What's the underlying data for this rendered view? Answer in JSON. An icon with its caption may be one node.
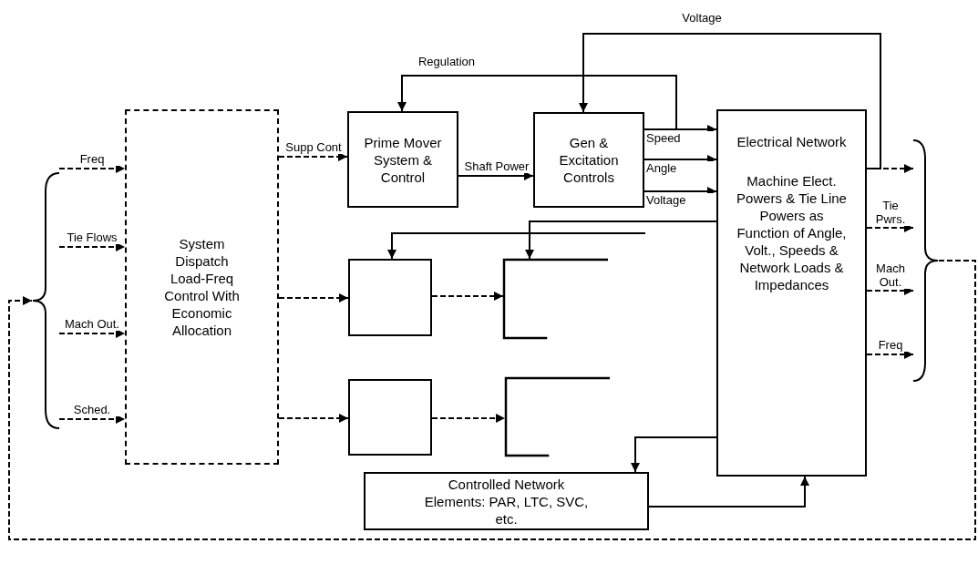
{
  "diagram": {
    "nodes": [
      {
        "text": [],
        "shape": "brace"
      },
      {
        "text": [
          "System Dispatch Load-Freq Control With Economic Allocation"
        ]
      },
      {
        "text": [
          "Prime Mover System & Control"
        ]
      },
      {
        "text": [
          "Gen & Excitation Controls"
        ]
      },
      {
        "text": [
          "Electrical Network",
          "Machine Elect. Powers & Tie Line Powers as Function of Angle, Volt., Speeds & Network Loads & Impedances"
        ]
      },
      {
        "text": [],
        "shape": "box"
      },
      {
        "text": [],
        "shape": "bracket"
      },
      {
        "text": [],
        "shape": "box"
      },
      {
        "text": [],
        "shape": "bracket"
      },
      {
        "text": [
          "Controlled Network Elements: PAR, LTC, SVC, etc."
        ]
      },
      {
        "text": [],
        "shape": "brace"
      }
    ],
    "edges": [
      {
        "from": 0,
        "to": 1,
        "arrow": "to",
        "label": "Freq",
        "style": "dashed"
      },
      {
        "from": 0,
        "to": 1,
        "arrow": "to",
        "label": "Tie Flows",
        "style": "dashed"
      },
      {
        "from": 0,
        "to": 1,
        "arrow": "to",
        "label": "Mach Out.",
        "style": "dashed"
      },
      {
        "from": 0,
        "to": 1,
        "arrow": "to",
        "label": "Sched.",
        "style": "dashed"
      },
      {
        "from": 1,
        "to": 2,
        "arrow": "to",
        "label": "Supp Cont",
        "style": "dashed"
      },
      {
        "from": 1,
        "to": 5,
        "arrow": "to",
        "style": "dashed"
      },
      {
        "from": 1,
        "to": 7,
        "arrow": "to",
        "style": "dashed"
      },
      {
        "from": 2,
        "to": 3,
        "arrow": "to",
        "label": "Shaft Power"
      },
      {
        "from": 3,
        "to": 2,
        "arrow": "to",
        "label": "Regulation"
      },
      {
        "from": 3,
        "to": 4,
        "arrow": "to",
        "label": "Speed"
      },
      {
        "from": 3,
        "to": 4,
        "arrow": "to",
        "label": "Angle"
      },
      {
        "from": 3,
        "to": 4,
        "arrow": "to",
        "label": "Voltage"
      },
      {
        "from": 4,
        "to": 3,
        "arrow": "to",
        "label": "Voltage"
      },
      {
        "from": 4,
        "to": 6,
        "arrow": "to"
      },
      {
        "from": null,
        "to": 5,
        "arrow": "to"
      },
      {
        "from": 5,
        "to": 6,
        "arrow": "to",
        "style": "dashed"
      },
      {
        "from": 7,
        "to": 8,
        "arrow": "to",
        "style": "dashed"
      },
      {
        "from": 4,
        "to": 9,
        "arrow": "to"
      },
      {
        "from": 9,
        "to": 4,
        "arrow": "to"
      },
      {
        "from": 4,
        "to": 10,
        "arrow": "to",
        "style": "dashed"
      },
      {
        "from": 4,
        "to": 10,
        "arrow": "to",
        "label": "Tie Pwrs.",
        "style": "dashed"
      },
      {
        "from": 4,
        "to": 10,
        "arrow": "to",
        "label": "Mach Out.",
        "style": "dashed"
      },
      {
        "from": 4,
        "to": 10,
        "arrow": "to",
        "label": "Freq",
        "style": "dashed"
      },
      {
        "from": 10,
        "to": 0,
        "arrow": "to",
        "style": "dashed"
      }
    ]
  }
}
